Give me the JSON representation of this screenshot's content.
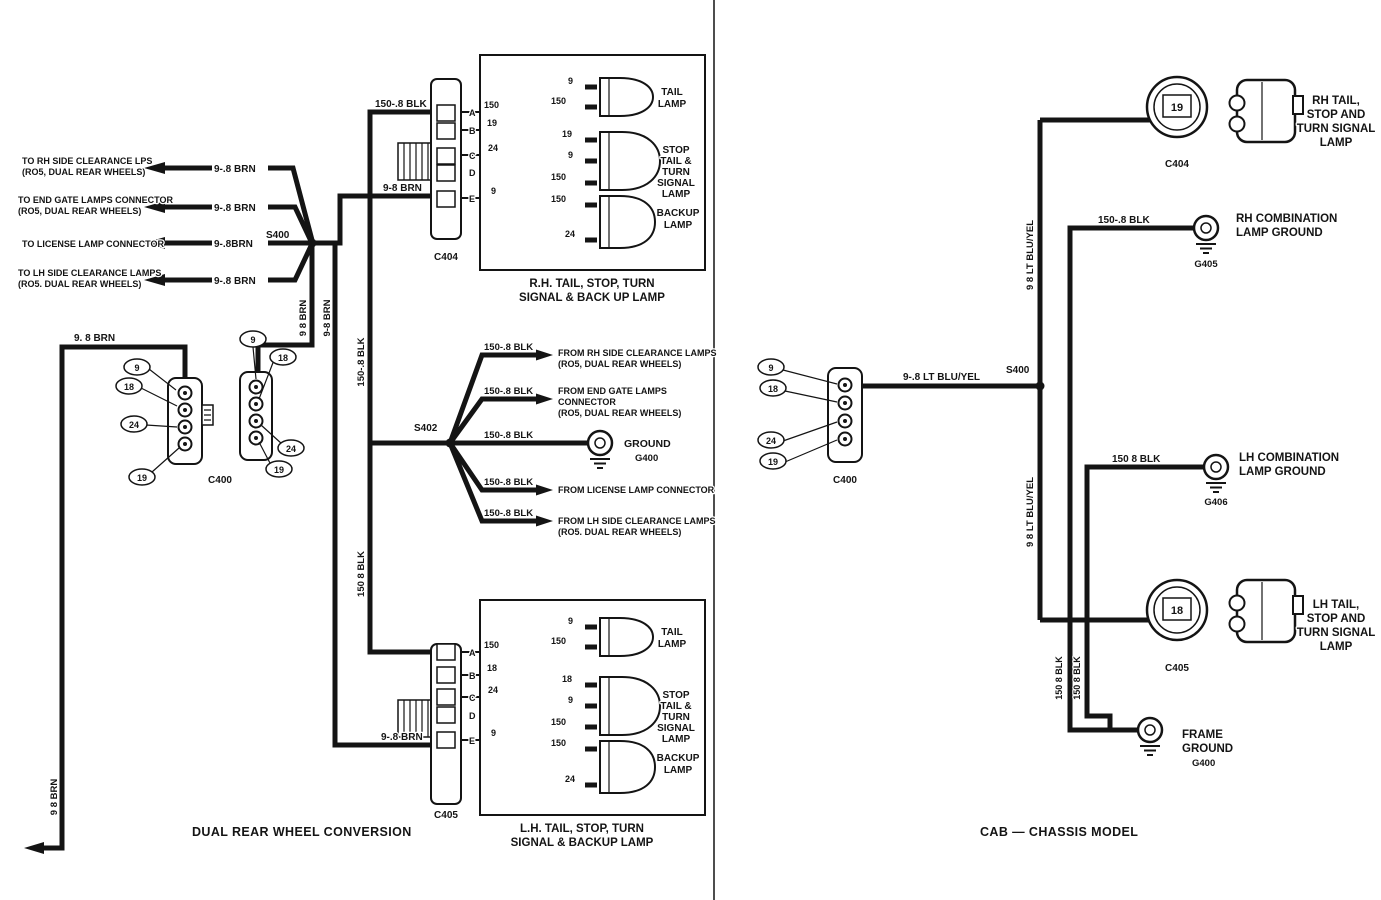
{
  "left_panel": {
    "caption": "DUAL REAR WHEEL CONVERSION",
    "feeds": [
      {
        "line1": "TO RH SIDE CLEARANCE LPS",
        "line2": "(RO5, DUAL REAR WHEELS)",
        "wire": "9-.8 BRN"
      },
      {
        "line1": "TO END GATE LAMPS CONNECTOR",
        "line2": "(RO5, DUAL REAR WHEELS)",
        "wire": "9-.8 BRN"
      },
      {
        "line1": "TO LICENSE LAMP CONNECTOR",
        "wire": "9-.8BRN"
      },
      {
        "line1": "TO LH SIDE CLEARANCE LAMPS",
        "line2": "(RO5. DUAL REAR WHEELS)",
        "wire": "9-.8 BRN"
      }
    ],
    "splices": {
      "s400": "S400",
      "s402": "S402"
    },
    "wires": {
      "brn_top_left": "9. 8 BRN",
      "brn_far_left_vertical": "9 8 BRN",
      "brn_trunk_vertical_1": "9 8 BRN",
      "brn_trunk_vertical_2": "9-8 BRN",
      "blk_to_c404": "150-.8 BLK",
      "brn_to_c404": "9-8 BRN",
      "blk_vertical_upper": "150-.8 BLK",
      "blk_vertical_lower": "150 8 BLK",
      "brn_to_c405": "9-.8 BRN"
    },
    "c400": {
      "label": "C400",
      "half1_pins": [
        "9",
        "18",
        "24",
        "19"
      ],
      "half2_pins": [
        "9",
        "18",
        "24",
        "19"
      ]
    },
    "c404": {
      "label": "C404",
      "cavities": [
        "A",
        "B",
        "C",
        "D",
        "E"
      ],
      "circuits": [
        "150",
        "19",
        "24",
        "9"
      ]
    },
    "c405": {
      "label": "C405",
      "cavities": [
        "A",
        "B",
        "C",
        "D",
        "E"
      ],
      "circuits": [
        "150",
        "18",
        "24",
        "9"
      ]
    },
    "rh_box": {
      "caption1": "R.H. TAIL, STOP, TURN",
      "caption2": "SIGNAL & BACK UP LAMP",
      "tail_label1": "TAIL",
      "tail_label2": "LAMP",
      "tail_circuits": [
        "9",
        "150"
      ],
      "stop_labels": [
        "STOP",
        "TAIL &",
        "TURN",
        "SIGNAL",
        "LAMP"
      ],
      "stop_circuits": [
        "19",
        "9",
        "150"
      ],
      "backup_label1": "BACKUP",
      "backup_label2": "LAMP",
      "backup_circuits": [
        "150",
        "24"
      ]
    },
    "lh_box": {
      "caption1": "L.H. TAIL, STOP, TURN",
      "caption2": "SIGNAL & BACKUP LAMP",
      "tail_label1": "TAIL",
      "tail_label2": "LAMP",
      "tail_circuits": [
        "9",
        "150"
      ],
      "stop_labels": [
        "STOP",
        "TAIL &",
        "TURN",
        "SIGNAL",
        "LAMP"
      ],
      "stop_circuits": [
        "18",
        "9",
        "150"
      ],
      "backup_label1": "BACKUP",
      "backup_label2": "LAMP",
      "backup_circuits": [
        "150",
        "24"
      ]
    },
    "s402_branches": [
      {
        "wire": "150-.8 BLK",
        "line1": "FROM RH SIDE CLEARANCE LAMPS",
        "line2": "(RO5, DUAL REAR WHEELS)"
      },
      {
        "wire": "150-.8 BLK",
        "line1": "FROM END GATE LAMPS",
        "line2": "CONNECTOR",
        "line3": "(RO5, DUAL REAR WHEELS)"
      },
      {
        "wire": "150-.8 BLK",
        "line1": "GROUND",
        "code": "G400"
      },
      {
        "wire": "150-.8 BLK",
        "line1": "FROM LICENSE LAMP CONNECTOR"
      },
      {
        "wire": "150-.8 BLK",
        "line1": "FROM LH SIDE CLEARANCE LAMPS",
        "line2": "(RO5. DUAL REAR WHEELS)"
      }
    ]
  },
  "right_panel": {
    "caption": "CAB — CHASSIS MODEL",
    "c400": {
      "label": "C400",
      "pins": [
        "9",
        "18",
        "24",
        "19"
      ]
    },
    "splice_s400": "S400",
    "wires": {
      "bluyel_horizontal": "9-.8 LT BLU/YEL",
      "bluyel_vertical_1": "9 8 LT BLU/YEL",
      "bluyel_vertical_2": "9 8 LT BLU/YEL",
      "blk_rh_ground": "150-.8 BLK",
      "blk_lh_ground": "150 8 BLK",
      "blk_vertical_1": "150 8 BLK",
      "blk_vertical_2": "150 8 BLK"
    },
    "rh_lamp": {
      "connector": "C404",
      "pin": "19",
      "labels": [
        "RH TAIL,",
        "STOP AND",
        "TURN SIGNAL",
        "LAMP"
      ]
    },
    "lh_lamp": {
      "connector": "C405",
      "pin": "18",
      "labels": [
        "LH TAIL,",
        "STOP AND",
        "TURN SIGNAL",
        "LAMP"
      ]
    },
    "rh_ground": {
      "line1": "RH COMBINATION",
      "line2": "LAMP GROUND",
      "code": "G405"
    },
    "lh_ground": {
      "line1": "LH COMBINATION",
      "line2": "LAMP GROUND",
      "code": "G406"
    },
    "frame_ground": {
      "line1": "FRAME",
      "line2": "GROUND",
      "code": "G400"
    }
  }
}
